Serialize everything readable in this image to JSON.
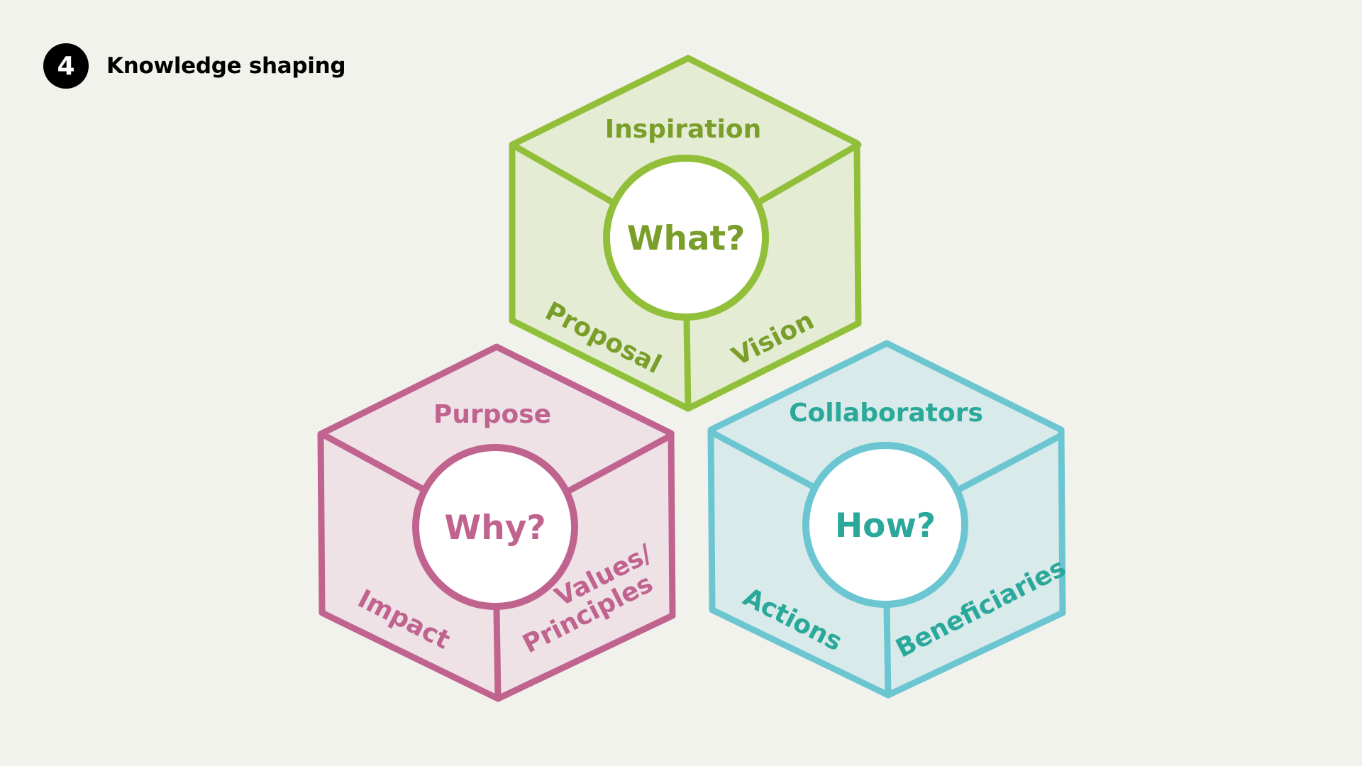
{
  "header": {
    "step_number": "4",
    "title": "Knowledge shaping"
  },
  "cubes": {
    "what": {
      "color": "#92bf3a",
      "fill": "#e5ecd4",
      "text_color": "#7a9e2a",
      "question": "What?",
      "top_label": "Inspiration",
      "left_label": "Proposal",
      "right_label": "Vision"
    },
    "why": {
      "color": "#c0638f",
      "fill": "#eee2e6",
      "text_color": "#c0638f",
      "question": "Why?",
      "top_label": "Purpose",
      "left_label": "Impact",
      "right_label_line1": "Values/",
      "right_label_line2": "Principles"
    },
    "how": {
      "color": "#6cc6d2",
      "fill": "#d8eaea",
      "text_color": "#2aa89a",
      "question": "How?",
      "top_label": "Collaborators",
      "left_label": "Actions",
      "right_label": "Beneficiaries"
    }
  }
}
